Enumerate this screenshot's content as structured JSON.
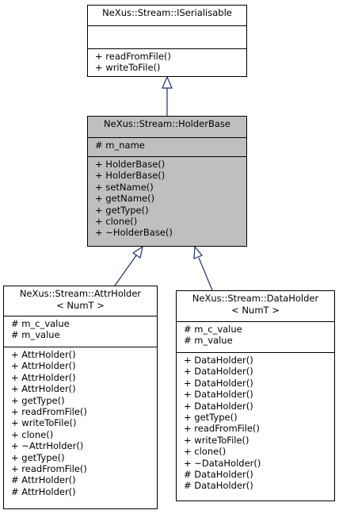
{
  "classes": {
    "iserialisable": {
      "title": [
        "NeXus::Stream::ISerialisable"
      ],
      "attributes": [],
      "methods": [
        "+ readFromFile()",
        "+ writeToFile()"
      ]
    },
    "holderbase": {
      "title": [
        "NeXus::Stream::HolderBase"
      ],
      "attributes": [
        "# m_name"
      ],
      "methods": [
        "+ HolderBase()",
        "+ HolderBase()",
        "+ setName()",
        "+ getName()",
        "+ getType()",
        "+ clone()",
        "+ ~HolderBase()"
      ]
    },
    "attrholder": {
      "title": [
        "NeXus::Stream::AttrHolder",
        "< NumT >"
      ],
      "attributes": [
        "# m_c_value",
        "# m_value"
      ],
      "methods": [
        "+ AttrHolder()",
        "+ AttrHolder()",
        "+ AttrHolder()",
        "+ AttrHolder()",
        "+ getType()",
        "+ readFromFile()",
        "+ writeToFile()",
        "+ clone()",
        "+ ~AttrHolder()",
        "+ getType()",
        "+ readFromFile()",
        "# AttrHolder()",
        "# AttrHolder()"
      ]
    },
    "dataholder": {
      "title": [
        "NeXus::Stream::DataHolder",
        "< NumT >"
      ],
      "attributes": [
        "# m_c_value",
        "# m_value"
      ],
      "methods": [
        "+ DataHolder()",
        "+ DataHolder()",
        "+ DataHolder()",
        "+ DataHolder()",
        "+ DataHolder()",
        "+ getType()",
        "+ readFromFile()",
        "+ writeToFile()",
        "+ clone()",
        "+ ~DataHolder()",
        "# DataHolder()",
        "# DataHolder()"
      ]
    }
  },
  "colors": {
    "selected_fill": "#bfbfbf",
    "line": "#1f2f6f",
    "border": "#000000"
  }
}
